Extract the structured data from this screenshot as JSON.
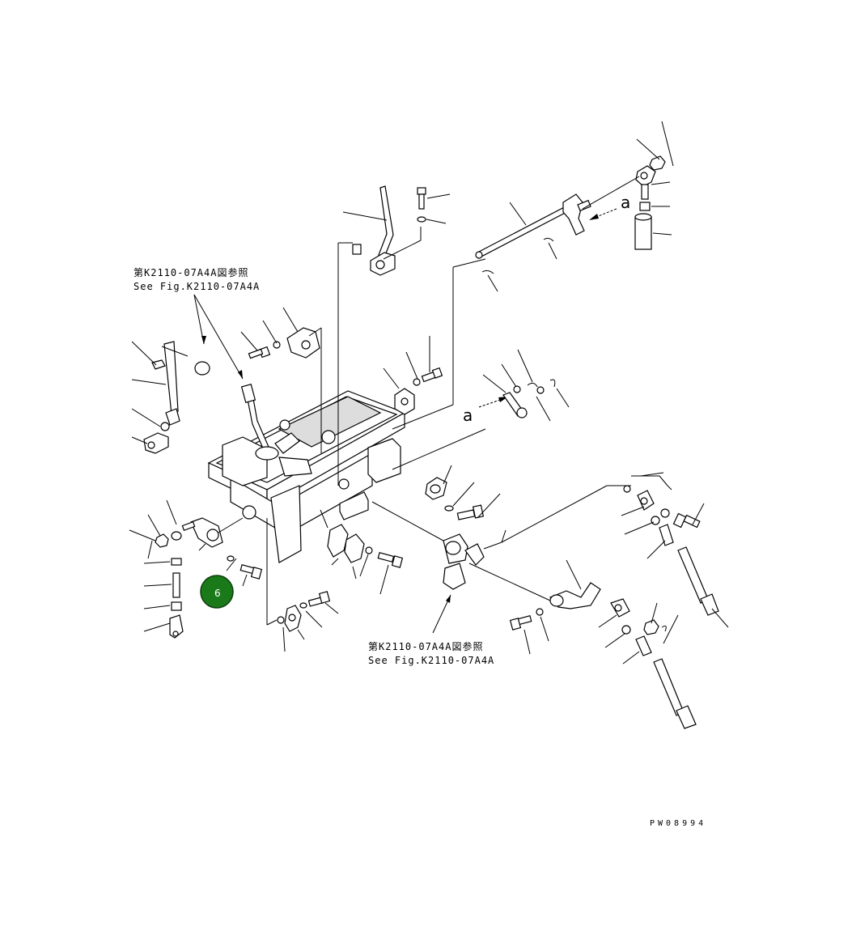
{
  "references": [
    {
      "line1": "第K2110-07A4A図参照",
      "line2": "See Fig.K2110-07A4A"
    },
    {
      "line1": "第K2110-07A4A図参照",
      "line2": "See Fig.K2110-07A4A"
    }
  ],
  "view_markers": [
    "a",
    "a"
  ],
  "callout": {
    "number": "6",
    "color": "#1a7a1a"
  },
  "drawing_code": "PW08994"
}
